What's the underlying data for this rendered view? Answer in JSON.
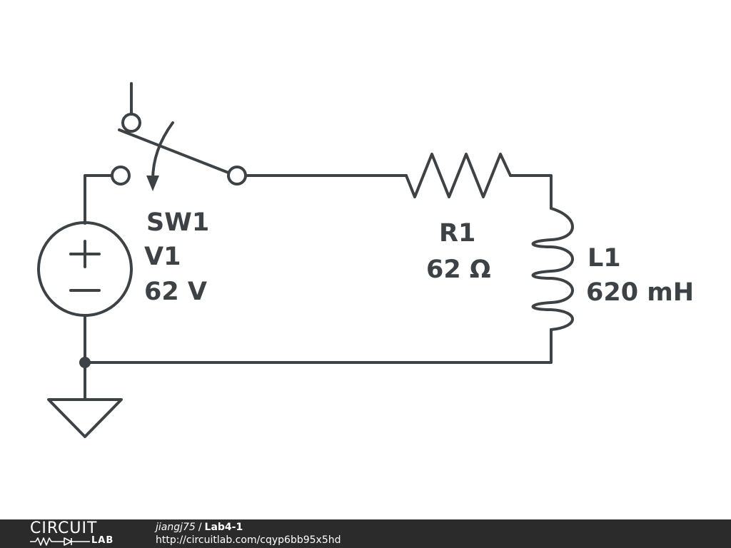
{
  "diagram": {
    "components": {
      "switch": {
        "name": "SW1"
      },
      "source": {
        "name": "V1",
        "value": "62 V",
        "plus": "+",
        "minus": "−"
      },
      "resistor": {
        "name": "R1",
        "value": "62 Ω"
      },
      "inductor": {
        "name": "L1",
        "value": "620 mH"
      }
    }
  },
  "footer": {
    "logo_top": "CIRCUIT",
    "logo_bottom": "LAB",
    "user": "jiangj75",
    "separator": "/",
    "project": "Lab4-1",
    "url": "http://circuitlab.com/cqyp6bb95x5hd"
  },
  "colors": {
    "wire": "#3d4247",
    "footer_bg": "#2b2b2b"
  }
}
